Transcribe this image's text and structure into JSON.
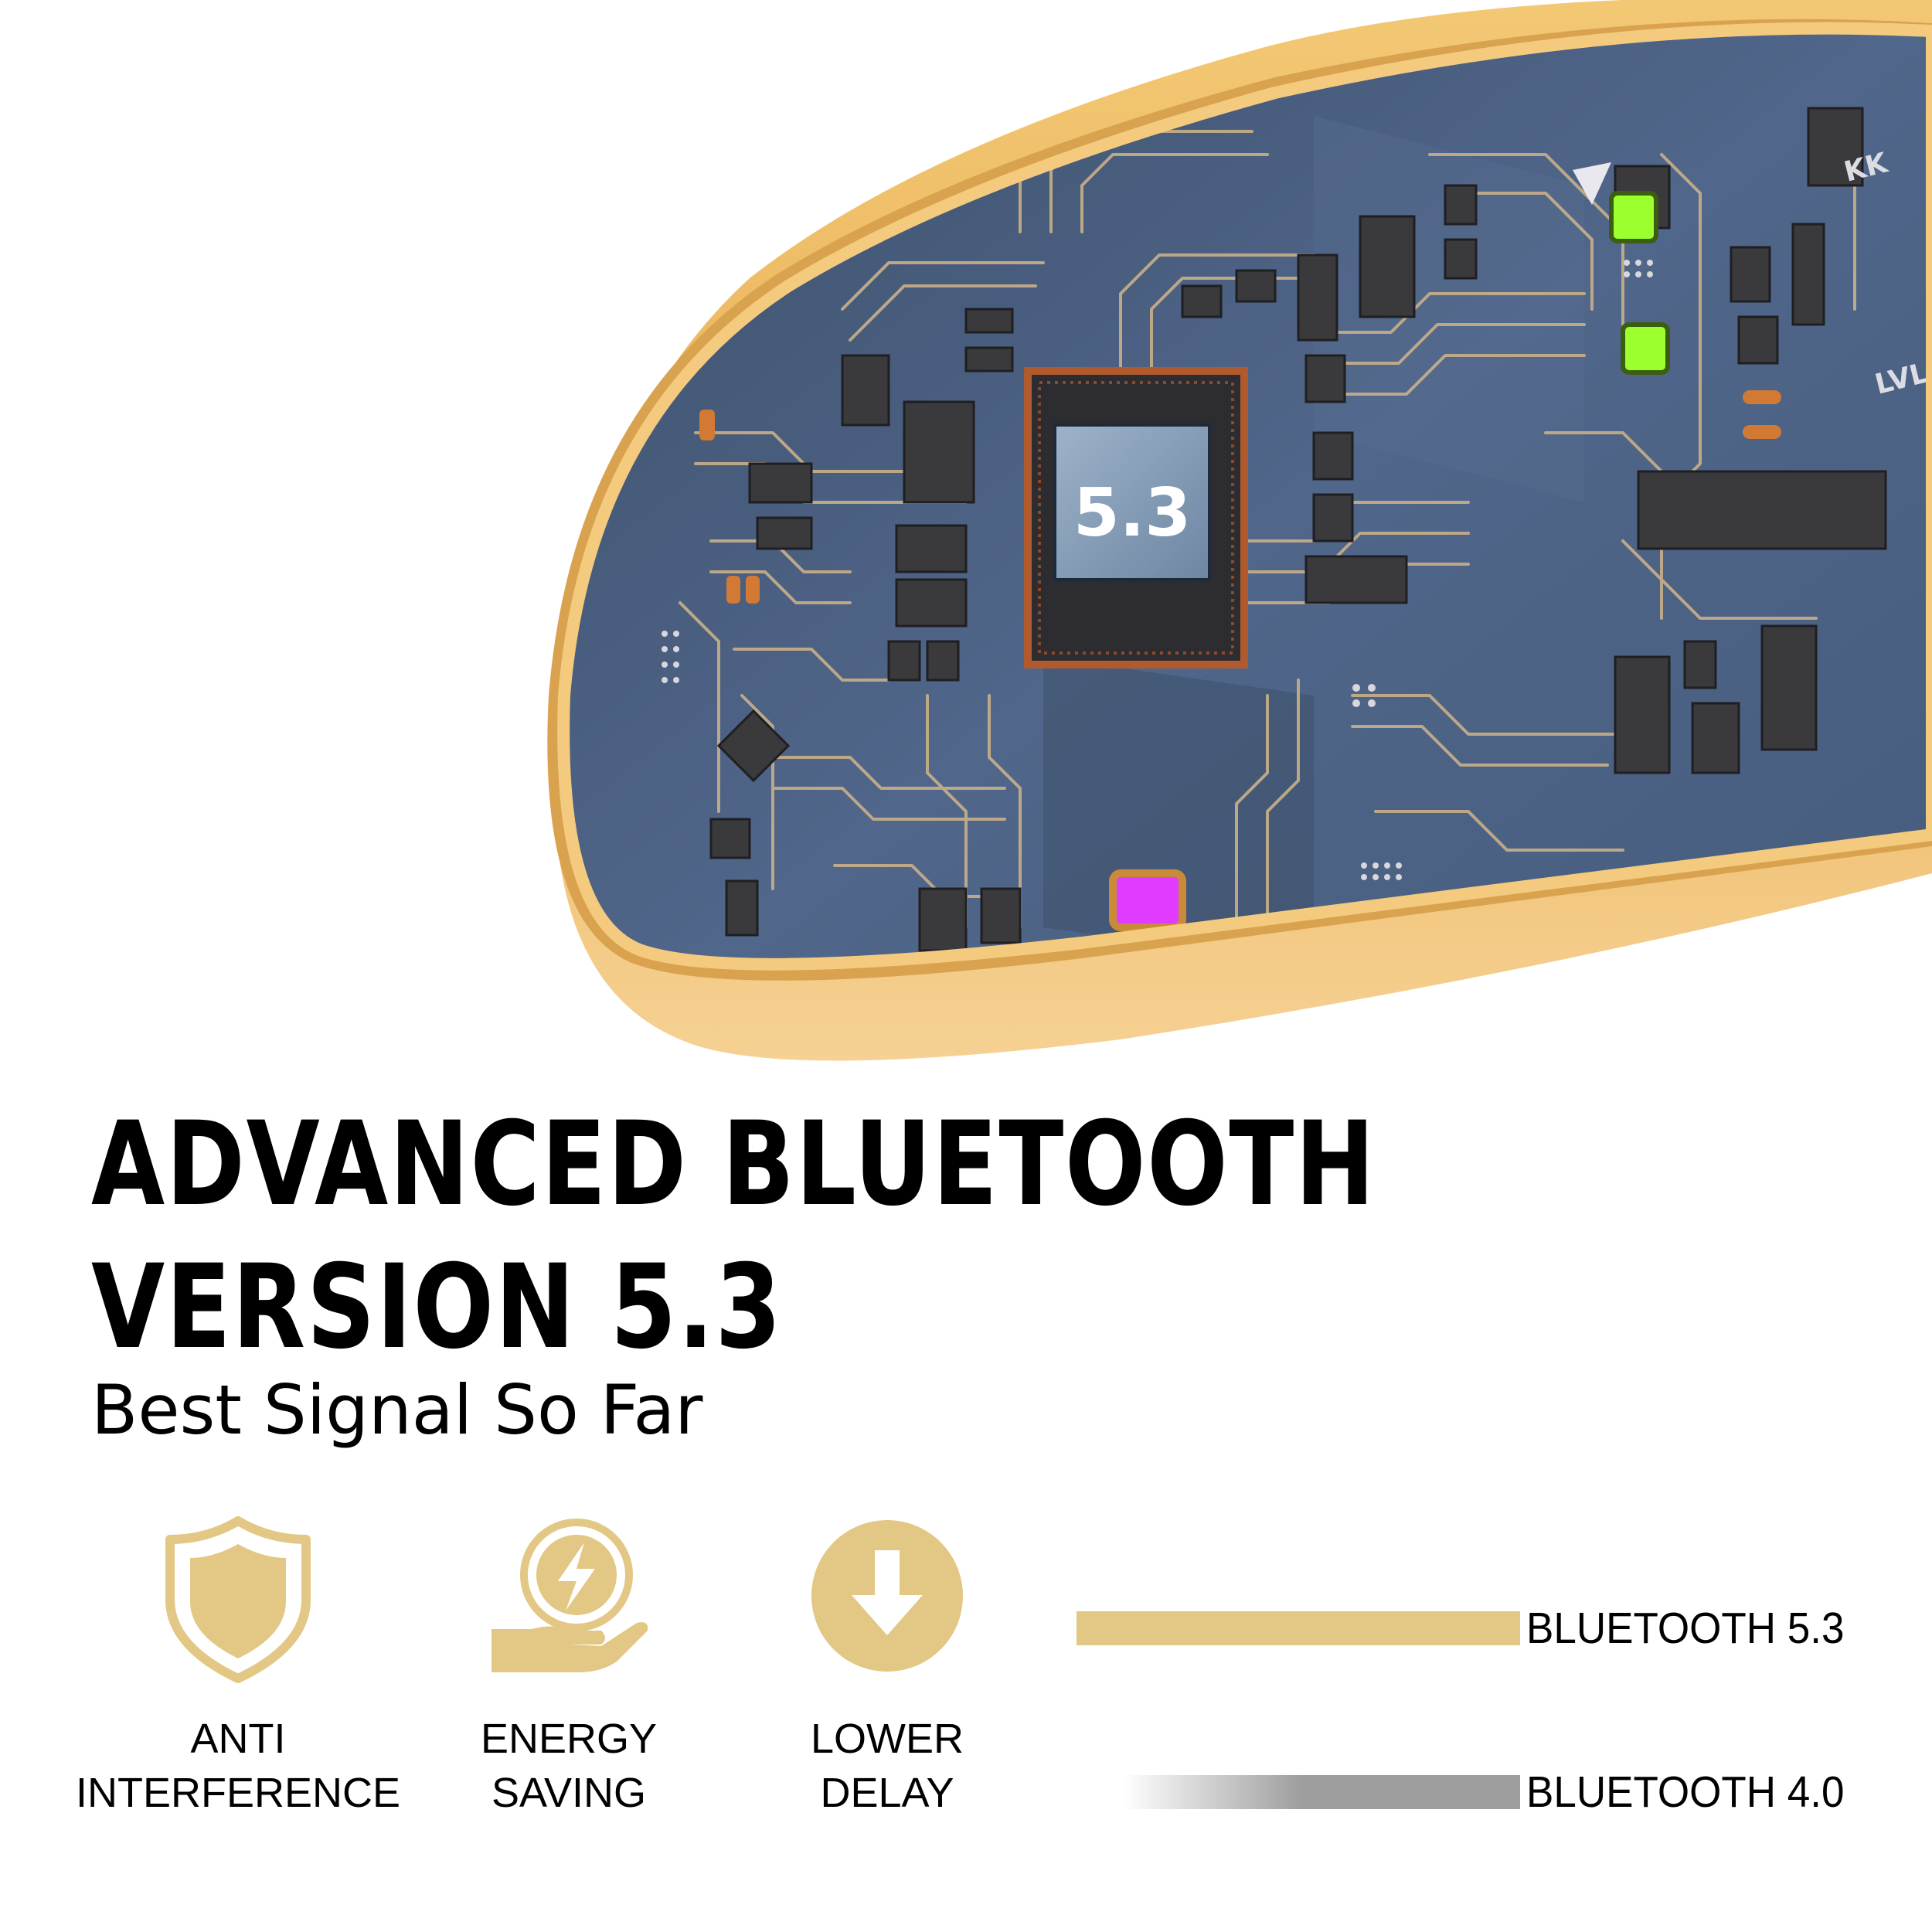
{
  "chip_label": "5.3",
  "board_markings": [
    "KK",
    "LVL"
  ],
  "headline": {
    "line1": "ADVANCED BLUETOOTH",
    "line2": "VERSION 5.3"
  },
  "subheadline": "Best Signal So Far",
  "features": [
    {
      "icon": "shield-icon",
      "label": "ANTI\nINTERFERENCE"
    },
    {
      "icon": "energy-saving-icon",
      "label": "ENERGY\nSAVING"
    },
    {
      "icon": "arrow-down-icon",
      "label": "LOWER\nDELAY"
    }
  ],
  "comparison": [
    {
      "label": "BLUETOOTH 5.3",
      "color": "#E3C784",
      "relative_length": 1.0
    },
    {
      "label": "BLUETOOTH 4.0",
      "color": "#9E9E9E",
      "relative_length": 0.9
    }
  ],
  "colors": {
    "accent": "#E3C784",
    "case": "#EDB85C",
    "board": "#4A5E7A",
    "trace": "#C9B089",
    "led_green": "#9CFF2E",
    "led_magenta": "#E13BFF"
  }
}
